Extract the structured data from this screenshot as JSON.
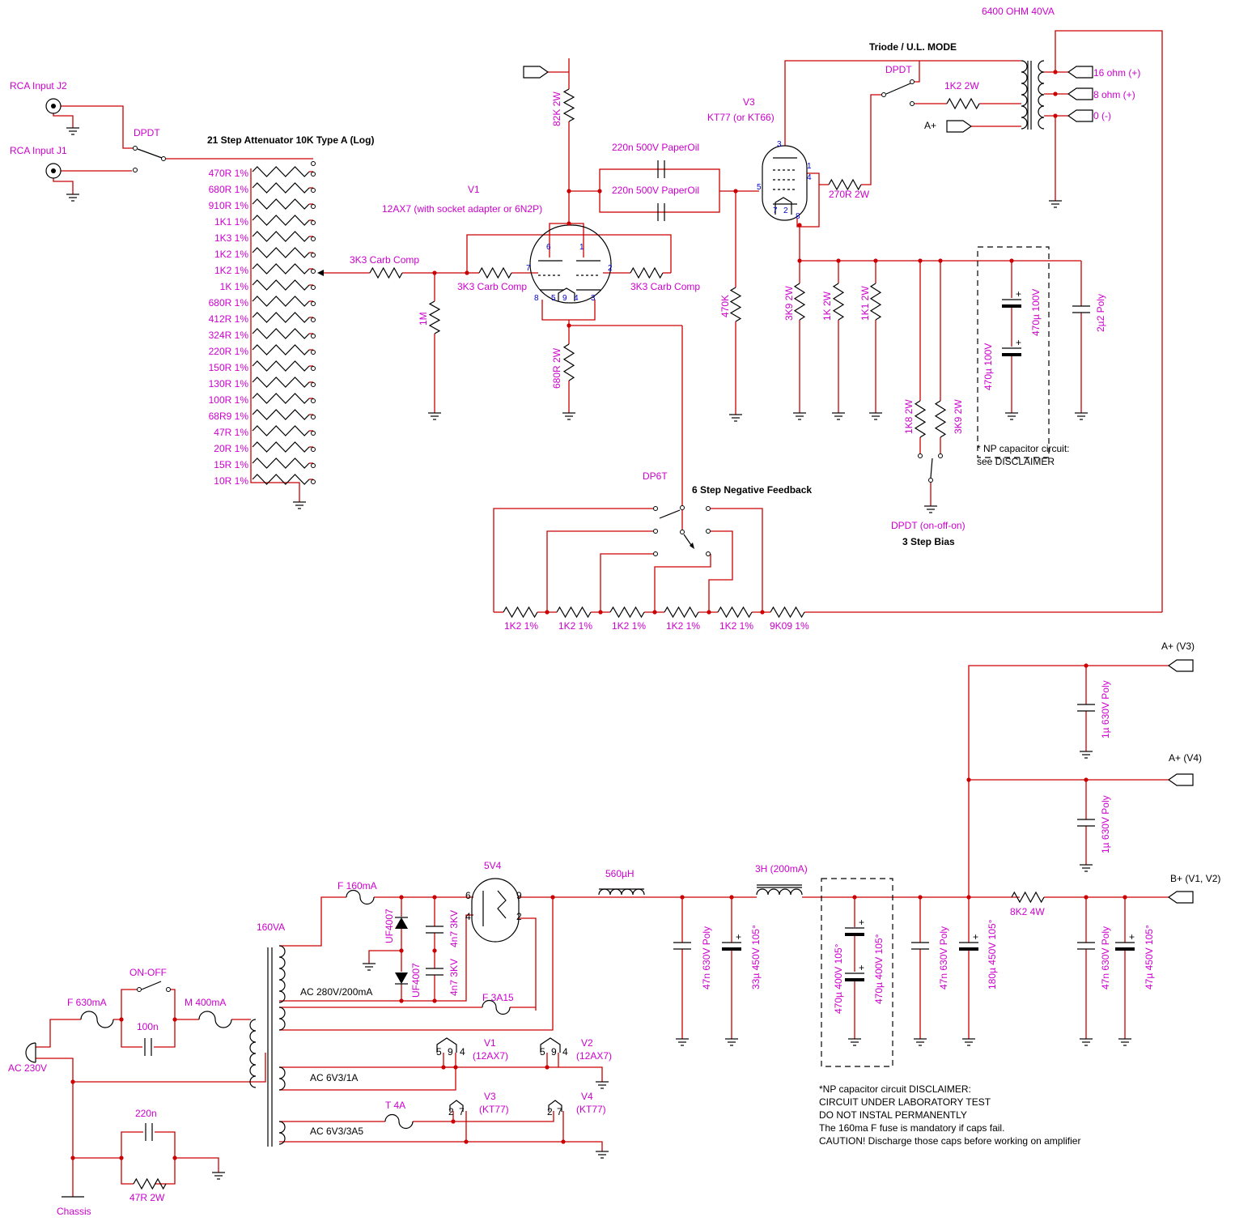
{
  "inputs": {
    "j2": "RCA Input J2",
    "j1": "RCA Input J1",
    "selector": "DPDT"
  },
  "attenuator": {
    "title": "21 Step Attenuator 10K Type A (Log)",
    "steps": [
      "470R 1%",
      "680R 1%",
      "910R 1%",
      "1K1  1%",
      "1K3 1%",
      "1K2 1%",
      "1K2 1%",
      "1K 1%",
      "680R 1%",
      "412R 1%",
      "324R 1%",
      "220R 1%",
      "150R 1%",
      "130R 1%",
      "100R 1%",
      "68R9 1%",
      "47R 1%",
      "20R 1%",
      "15R 1%",
      "10R 1%"
    ]
  },
  "preamp": {
    "tube_name": "V1",
    "tube_desc": "12AX7 (with socket adapter or 6N2P)",
    "input_res": "3K3 Carb Comp",
    "grid_res_a": "3K3 Carb Comp",
    "grid_res_b": "3K3 Carb Comp",
    "grid_leak": "1M",
    "plate_res": "82K 2W",
    "cathode_res": "680R 2W",
    "pins": [
      "6",
      "1",
      "7",
      "2",
      "8",
      "5",
      "9",
      "4",
      "3"
    ]
  },
  "coupling": {
    "cap_top": "220n 500V PaperOil",
    "cap_mid": "220n 500V PaperOil",
    "grid_res": "470K"
  },
  "output_stage": {
    "tube_name": "V3",
    "tube_desc": "KT77 (or KT66)",
    "screen_res": "270R 2W",
    "mode_title": "Triode / U.L. MODE",
    "mode_switch": "DPDT",
    "mode_res": "1K2 2W",
    "supply": "A+",
    "pins": [
      "3",
      "1",
      "4",
      "5",
      "7",
      "2",
      "8"
    ]
  },
  "transformer": {
    "spec": "6400 OHM 40VA",
    "taps": [
      "16 ohm (+)",
      "8 ohm (+)",
      "0 (-)"
    ]
  },
  "bias": {
    "resistors": [
      "3K9 2W",
      "1K 2W",
      "1K1 2W"
    ],
    "switch_res": [
      "1K8 2W",
      "3K9 2W"
    ],
    "np_caps": [
      "470µ 100V",
      "470µ 100V"
    ],
    "bypass": "2µ2 Poly",
    "np_note_lines": [
      "* NP capacitor circuit:",
      "see DISCLAIMER"
    ],
    "switch": "DPDT (on-off-on)",
    "title": "3 Step Bias"
  },
  "feedback": {
    "switch": "DP6T",
    "title": "6 Step Negative Feedback",
    "resistors": [
      "1K2 1%",
      "1K2 1%",
      "1K2 1%",
      "1K2 1%",
      "1K2 1%",
      "9K09 1%"
    ]
  },
  "psu": {
    "mains": "AC 230V",
    "chassis": "Chassis",
    "fuse_mains": "F 630mA",
    "power_switch": "ON-OFF",
    "snubber": "100n",
    "fuse_primary": "M 400mA",
    "transformer": "160VA",
    "fuse_hv": "F 160mA",
    "diodes": [
      "UF4007",
      "UF4007"
    ],
    "diode_caps": [
      "4n7 3KV",
      "4n7 3KV"
    ],
    "rectifier": "5V4",
    "rect_pins": [
      "6",
      "4",
      "9",
      "2"
    ],
    "hv_winding": "AC 280V/200mA",
    "fuse_rect": "F 3A15",
    "fil1": "AC 6V3/1A",
    "fil2": "AC 6V3/3A5",
    "fuse_fil2": "T 4A",
    "tube_refs": [
      {
        "name": "V1",
        "type": "(12AX7)"
      },
      {
        "name": "V2",
        "type": "(12AX7)"
      },
      {
        "name": "V3",
        "type": "(KT77)"
      },
      {
        "name": "V4",
        "type": "(KT77)"
      }
    ],
    "heater_pins": {
      "a": [
        "5",
        "9",
        "4"
      ],
      "b": [
        "2",
        "7"
      ]
    },
    "ground_cap": "220n",
    "ground_res": "47R 2W",
    "choke1": "560µH",
    "cap1": "47n 630V Poly",
    "cap2": "33µ 450V 105°",
    "choke2": "3H (200mA)",
    "np_caps": [
      "470µ 400V 105°",
      "470µ 400V 105°"
    ],
    "cap3": "47n 630V Poly",
    "cap4": "180µ 450V 105°",
    "drop_res": "8K2 4W",
    "cap5": "47n 630V Poly",
    "cap6": "47µ 450V 105°",
    "rails": [
      "A+ (V3)",
      "A+ (V4)",
      "B+ (V1, V2)"
    ],
    "rail_caps": [
      "1µ 630V Poly",
      "1µ 630V Poly"
    ]
  },
  "disclaimer": [
    "*NP capacitor circuit DISCLAIMER:",
    "CIRCUIT UNDER LABORATORY TEST",
    "DO NOT INSTAL PERMANENTLY",
    "The 160ma F fuse is mandatory if caps fail.",
    "CAUTION! Discharge those caps before working on amplifier"
  ],
  "colors": {
    "wire": "#cc0000",
    "label": "#cc00cc",
    "symbol": "#000000",
    "pin": "#0000cc"
  }
}
